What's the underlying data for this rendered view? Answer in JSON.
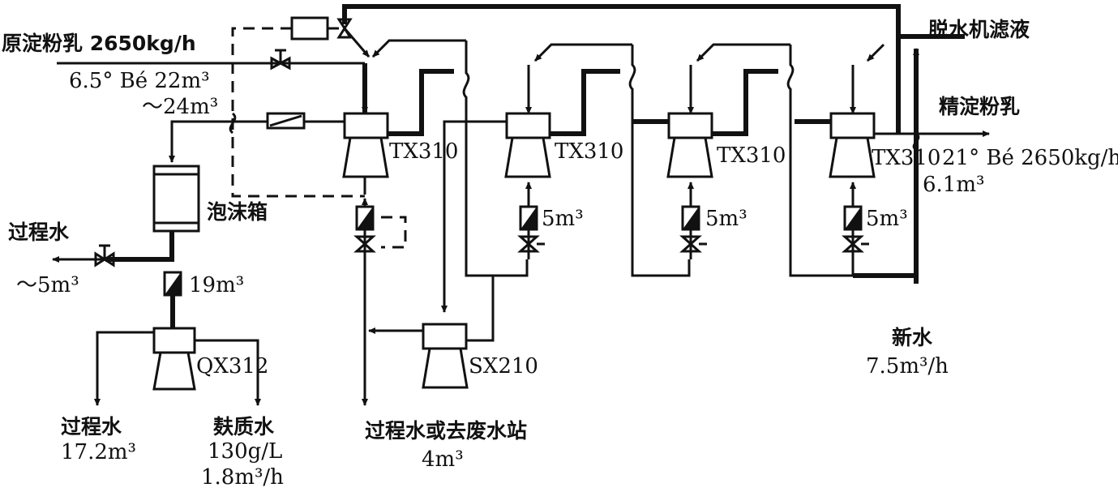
{
  "title_feed": "原淀粉乳 2650kg/h",
  "feed_spec": "6.5° Bé 22m³",
  "feed_range": "～24m³",
  "filtrate": "脱水机滤液",
  "product": "精淀粉乳",
  "product_spec": "21° Bé 2650kg/h",
  "product_vol": "6.1m³",
  "foam_box": "泡沫箱",
  "process_water_left": "过程水",
  "process_water_left_vol": "～5m³",
  "flow_19": "19m³",
  "flow_5a": "5m³",
  "flow_5b": "5m³",
  "flow_5c": "5m³",
  "units": {
    "tx1": "TX310",
    "tx2": "TX310",
    "tx3": "TX310",
    "tx4": "TX310",
    "qx": "QX312",
    "sx": "SX210"
  },
  "process_water_bottom": "过程水",
  "process_water_bottom_vol": "17.2m³",
  "gluten_water": "麸质水",
  "gluten_conc": "130g/L",
  "gluten_flow": "1.8m³/h",
  "waste": "过程水或去废水站",
  "waste_vol": "4m³",
  "fresh_water": "新水",
  "fresh_water_flow": "7.5m³/h"
}
